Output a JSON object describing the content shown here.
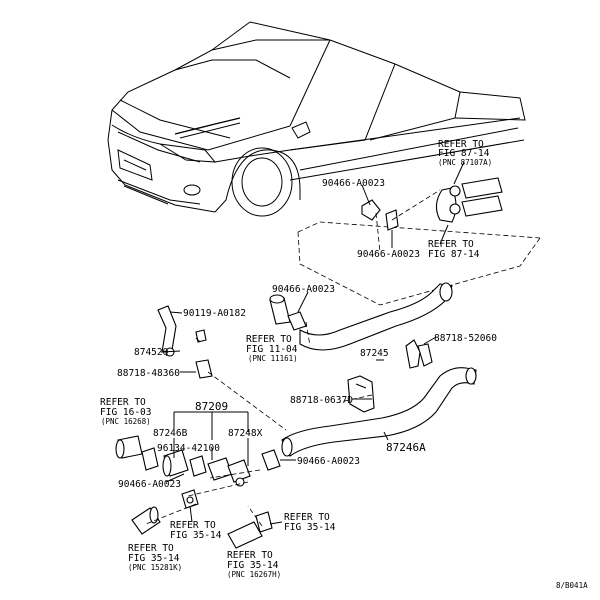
{
  "labels": {
    "refer_87107a_l1": "REFER TO",
    "refer_87107a_l2": "FIG 87-14",
    "refer_87107a_l3": "(PNC 87107A)",
    "p90466_top": "90466-A0023",
    "p90466_mid": "90466-A0023",
    "refer_8714_l1": "REFER TO",
    "refer_8714_l2": "FIG 87-14",
    "p90466_upper": "90466-A0023",
    "p90119": "90119-A0182",
    "refer_1104_l1": "REFER TO",
    "refer_1104_l2": "FIG 11-04",
    "refer_1104_l3": "(PNC 11161)",
    "p88718_52060": "88718-52060",
    "p87452q": "87452Q",
    "p87245": "87245",
    "p88718_48360": "88718-48360",
    "p88718_0637d": "88718-0637D",
    "refer_1603_l1": "REFER TO",
    "refer_1603_l2": "FIG 16-03",
    "refer_1603_l3": "(PNC 16268)",
    "p87209": "87209",
    "p87246b": "87246B",
    "p87248x": "87248X",
    "p87246a": "87246A",
    "p96134": "96134-42100",
    "p90466_right": "90466-A0023",
    "p90466_left": "90466-A0023",
    "refer_3514a_l1": "REFER TO",
    "refer_3514a_l2": "FIG 35-14",
    "refer_3514b_l1": "REFER TO",
    "refer_3514b_l2": "FIG 35-14",
    "refer_3514c_l1": "REFER TO",
    "refer_3514c_l2": "FIG 35-14",
    "refer_3514c_l3": "(PNC 15281K)",
    "refer_3514d_l1": "REFER TO",
    "refer_3514d_l2": "FIG 35-14",
    "refer_3514d_l3": "(PNC 16267H)",
    "figure_code": "8/B041A"
  }
}
